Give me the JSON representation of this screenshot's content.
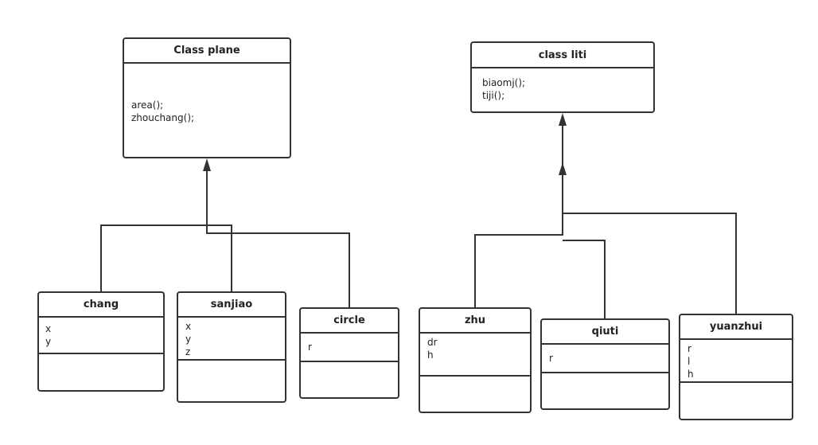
{
  "classes": {
    "plane": {
      "name": "Class plane",
      "attributes": [],
      "methods": [
        "area();",
        "zhouchang();"
      ]
    },
    "liti": {
      "name": "class liti",
      "attributes": [],
      "methods": [
        "biaomj();",
        "tiji();"
      ]
    },
    "chang": {
      "name": "chang",
      "attributes": [
        "x",
        "y"
      ],
      "methods": []
    },
    "sanjiao": {
      "name": "sanjiao",
      "attributes": [
        "x",
        "y",
        "z"
      ],
      "methods": []
    },
    "circle": {
      "name": "circle",
      "attributes": [
        "r"
      ],
      "methods": []
    },
    "zhu": {
      "name": "zhu",
      "attributes": [
        "dr",
        "h"
      ],
      "methods": []
    },
    "qiuti": {
      "name": "qiuti",
      "attributes": [
        "r"
      ],
      "methods": []
    },
    "yuanzhui": {
      "name": "yuanzhui",
      "attributes": [
        "r",
        "l",
        "h"
      ],
      "methods": []
    }
  },
  "relationships": [
    {
      "type": "inheritance",
      "child": "chang",
      "parent": "plane"
    },
    {
      "type": "inheritance",
      "child": "sanjiao",
      "parent": "plane"
    },
    {
      "type": "inheritance",
      "child": "circle",
      "parent": "plane"
    },
    {
      "type": "inheritance",
      "child": "zhu",
      "parent": "liti"
    },
    {
      "type": "inheritance",
      "child": "qiuti",
      "parent": "liti"
    },
    {
      "type": "inheritance",
      "child": "yuanzhui",
      "parent": "liti"
    }
  ],
  "colors": {
    "stroke": "#333333",
    "background": "#ffffff"
  }
}
